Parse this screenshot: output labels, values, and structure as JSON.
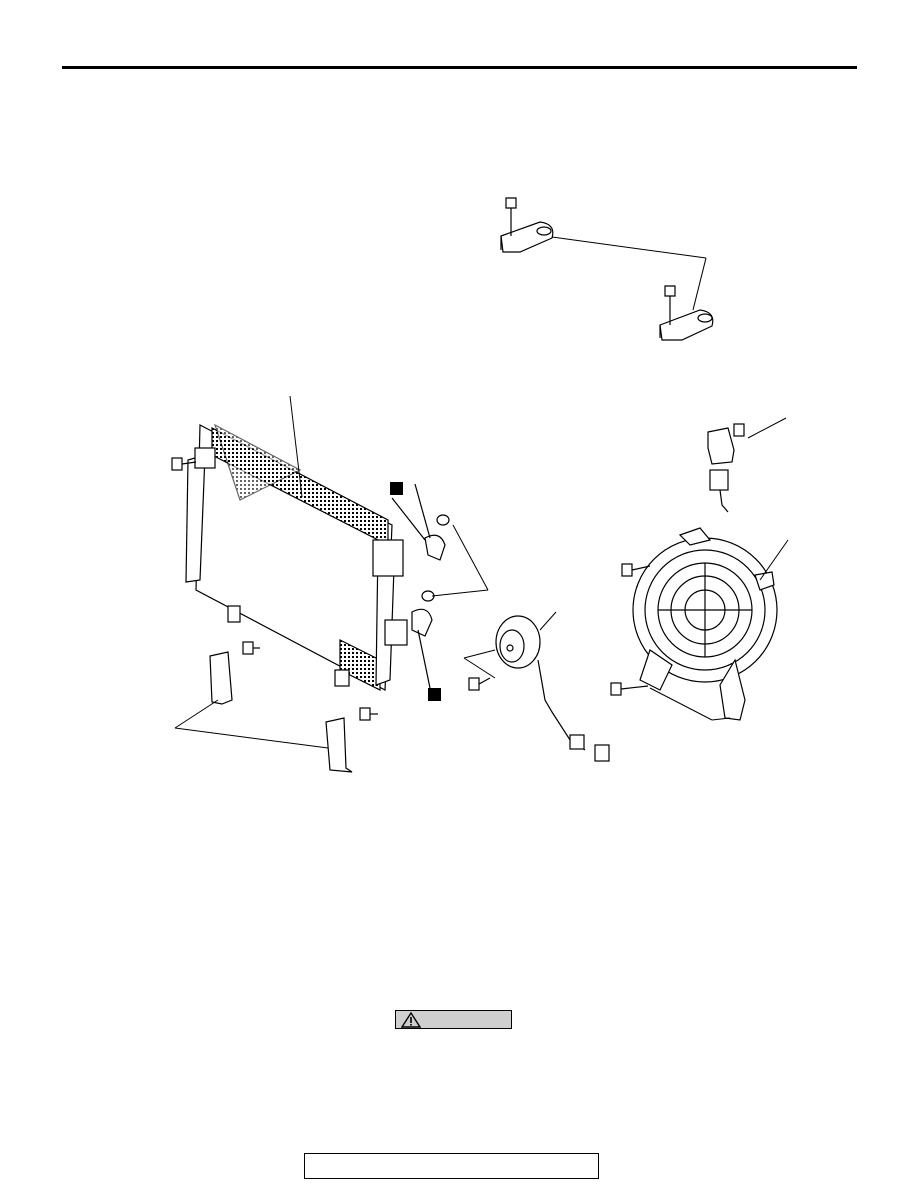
{
  "caution": {
    "label": "",
    "icon": "warning-triangle-icon"
  },
  "footer": {
    "text": ""
  },
  "figure": {
    "parts": [
      "upper-bracket-left",
      "upper-bracket-right",
      "condenser",
      "pressure-switch",
      "fan-shroud",
      "fan-motor",
      "lower-bracket-left",
      "lower-bracket-right",
      "pipe-connector-upper",
      "pipe-connector-lower"
    ],
    "callout_markers": 2
  }
}
